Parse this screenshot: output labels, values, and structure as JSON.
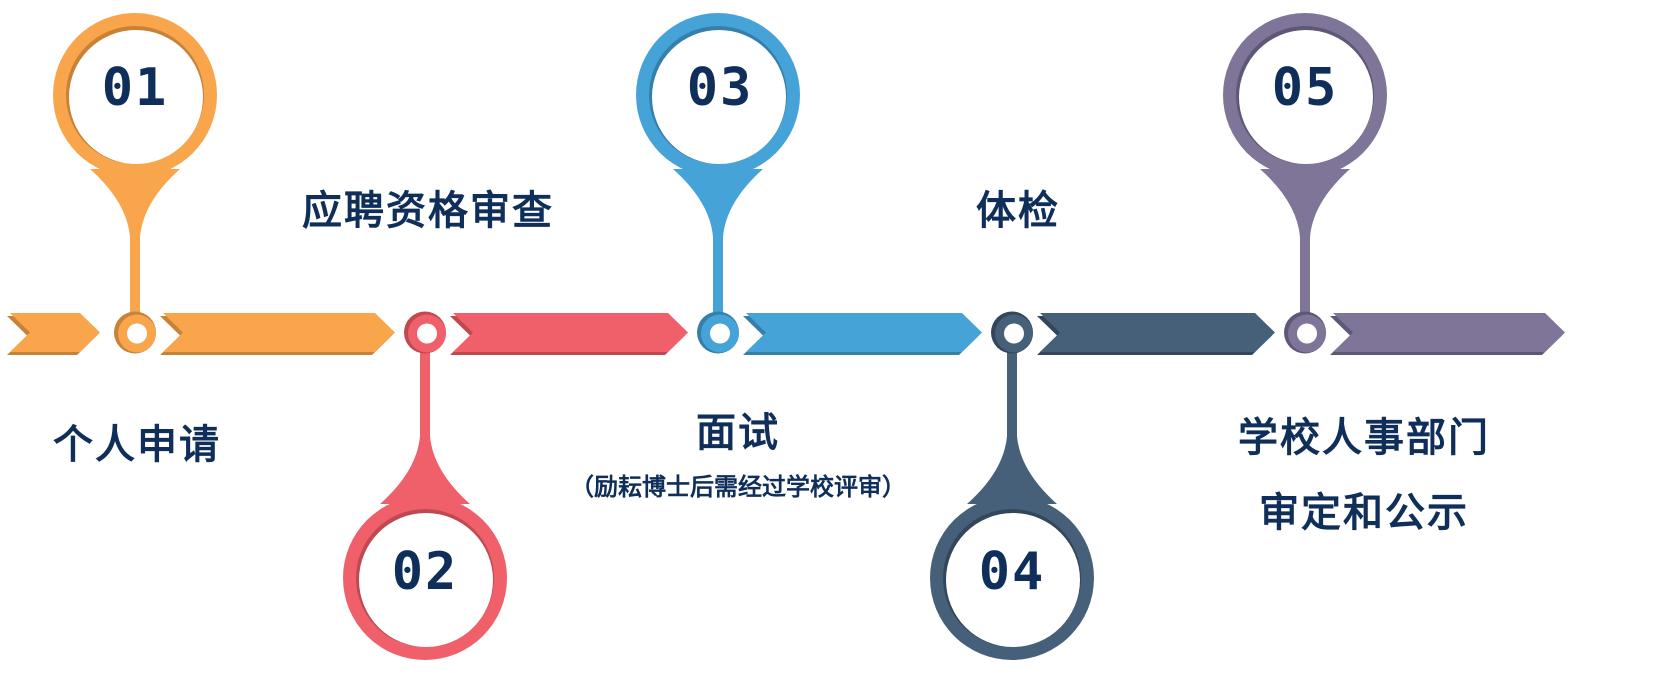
{
  "steps": [
    {
      "number": "01",
      "label": "个人申请",
      "color": "#f8a54b",
      "shade": "#c88237",
      "direction": "up"
    },
    {
      "number": "02",
      "label": "应聘资格审查",
      "color": "#f0606a",
      "shade": "#c04850",
      "direction": "down"
    },
    {
      "number": "03",
      "label": "面试",
      "sublabel": "（励耘博士后需经过学校评审）",
      "color": "#46a3d8",
      "shade": "#3580ab",
      "direction": "up"
    },
    {
      "number": "04",
      "label": "体检",
      "color": "#47607a",
      "shade": "#33465a",
      "direction": "down"
    },
    {
      "number": "05",
      "label": "学校人事部门",
      "label2": "审定和公示",
      "color": "#7f7599",
      "shade": "#5f5776",
      "direction": "up"
    }
  ],
  "text_color": "#0f2f5a"
}
